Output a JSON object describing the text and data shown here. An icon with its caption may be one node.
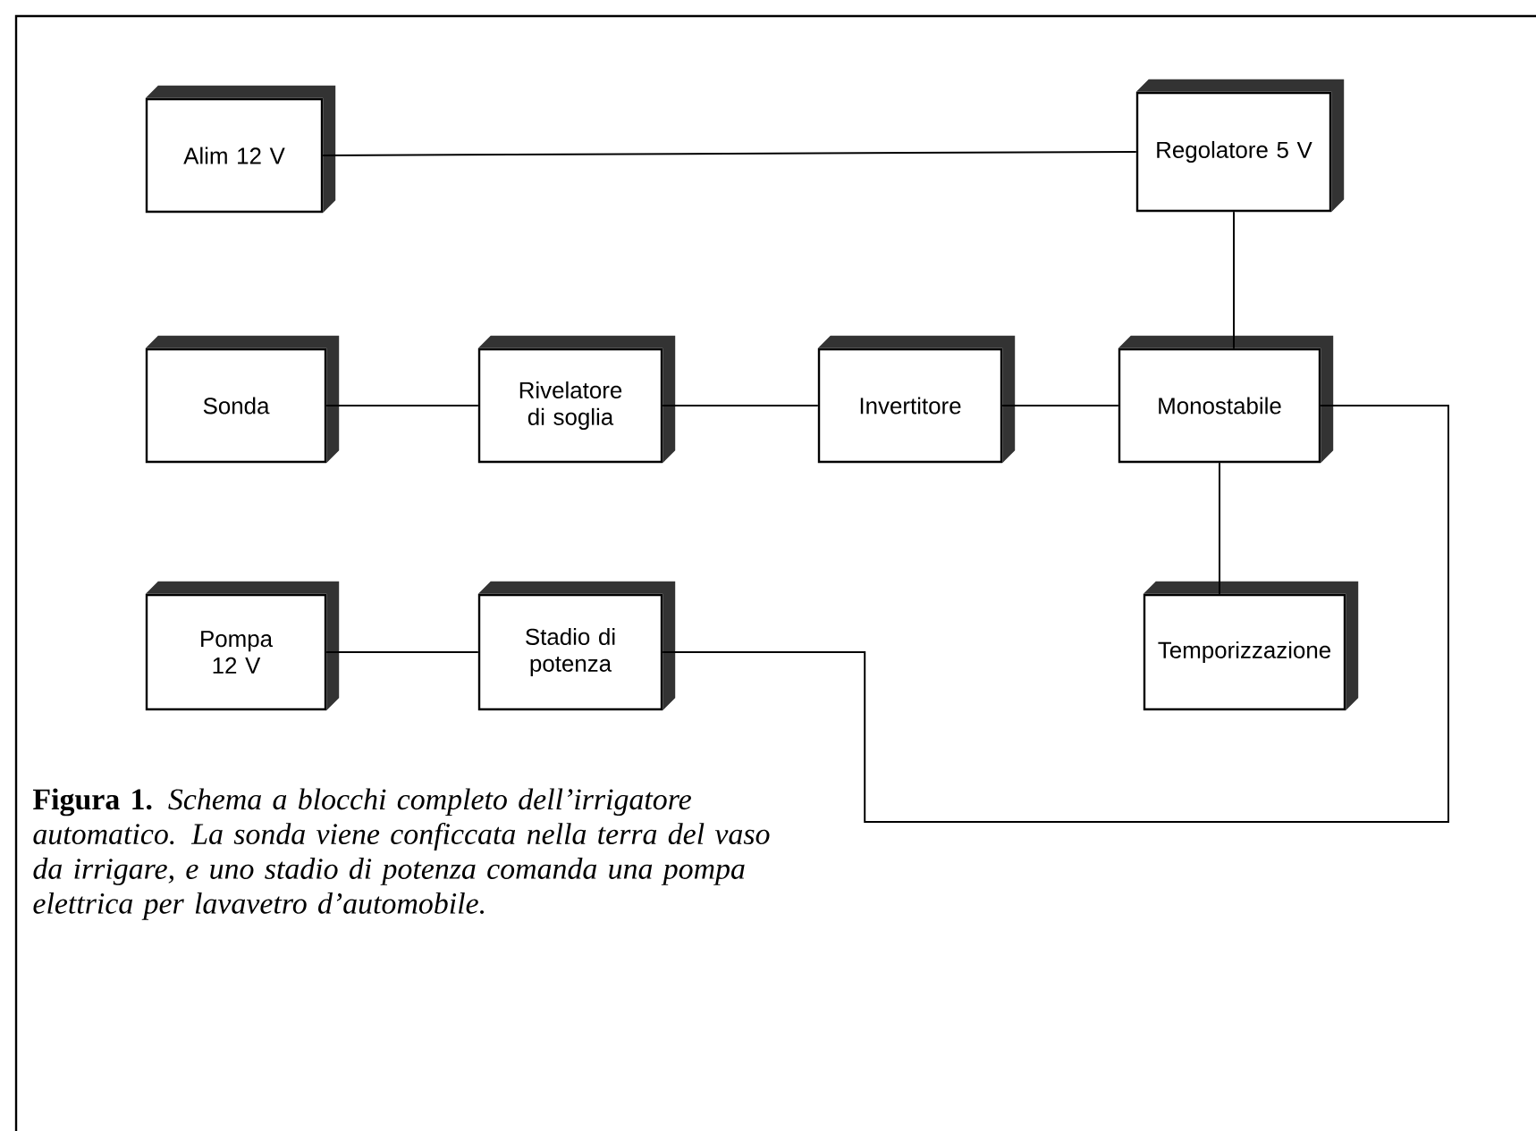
{
  "diagram": {
    "caption": "**Figura 1.** *Schema a blocchi completo dell’irrigatore automatico. La sonda viene conficcata nella terra del vaso da irrigare, e uno stadio di potenza comanda una pompa elettrica per lavavetro d’automobile.*",
    "nodes": [
      {
        "text": [
          "Alim 12 V"
        ]
      },
      {
        "text": [
          "Regolatore 5 V"
        ]
      },
      {
        "text": [
          "Sonda"
        ]
      },
      {
        "text": [
          "Rivelatore di soglia"
        ]
      },
      {
        "text": [
          "Invertitore"
        ]
      },
      {
        "text": [
          "Monostabile"
        ]
      },
      {
        "text": [
          "Pompa 12 V"
        ]
      },
      {
        "text": [
          "Stadio di potenza"
        ]
      },
      {
        "text": [
          "Temporizzazione"
        ]
      }
    ],
    "edges": [
      {
        "from": 0,
        "to": 1,
        "arrow": "none"
      },
      {
        "from": 1,
        "to": 5,
        "arrow": "none"
      },
      {
        "from": 2,
        "to": 3,
        "arrow": "none"
      },
      {
        "from": 3,
        "to": 4,
        "arrow": "none"
      },
      {
        "from": 4,
        "to": 5,
        "arrow": "none"
      },
      {
        "from": 5,
        "to": 8,
        "arrow": "none"
      },
      {
        "from": 6,
        "to": 7,
        "arrow": "none"
      },
      {
        "from": 7,
        "to": 5,
        "arrow": "none"
      }
    ]
  }
}
